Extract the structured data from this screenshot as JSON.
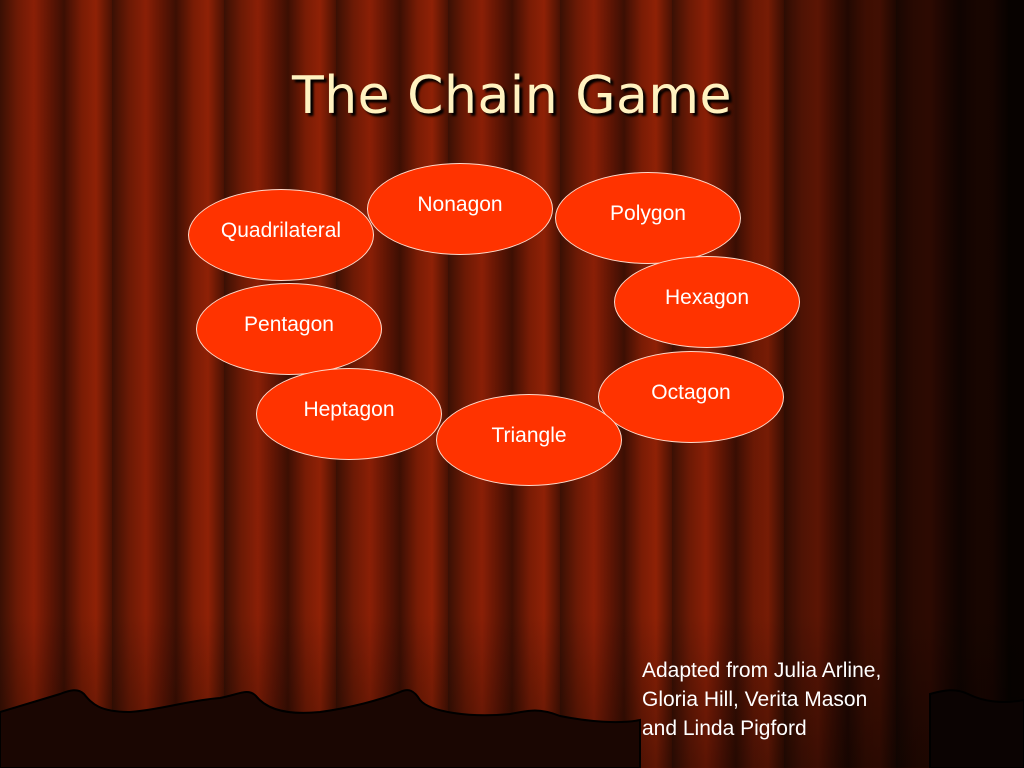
{
  "title": "The Chain Game",
  "shapes": [
    {
      "id": "nonagon",
      "label": "Nonagon"
    },
    {
      "id": "polygon",
      "label": "Polygon"
    },
    {
      "id": "quadrilateral",
      "label": "Quadrilateral"
    },
    {
      "id": "hexagon",
      "label": "Hexagon"
    },
    {
      "id": "pentagon",
      "label": "Pentagon"
    },
    {
      "id": "octagon",
      "label": "Octagon"
    },
    {
      "id": "heptagon",
      "label": "Heptagon"
    },
    {
      "id": "triangle",
      "label": "Triangle"
    }
  ],
  "credit": {
    "line1": "Adapted from Julia Arline,",
    "line2": "Gloria Hill, Verita Mason",
    "line3": "and Linda Pigford"
  },
  "colors": {
    "oval_fill": "#ff3300",
    "oval_border": "#ffd8c8",
    "title_text": "#fff2c0",
    "curtain": "#8a1f06"
  }
}
